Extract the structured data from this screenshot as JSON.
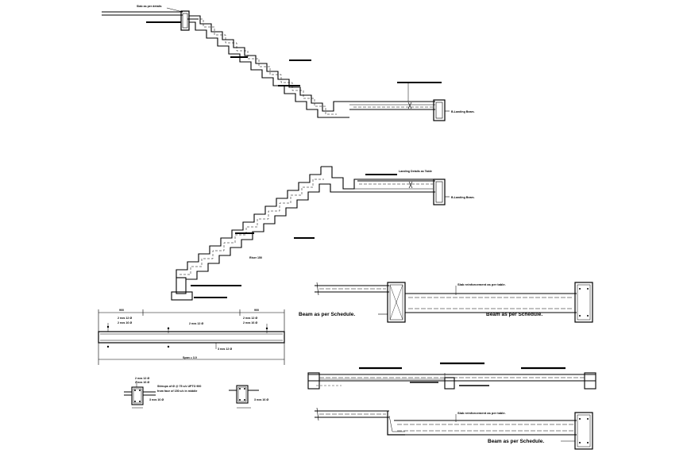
{
  "labels": {
    "top_note": "Slab as per details",
    "top_beam": "B-Landing Beam.",
    "mid_beam": "B-Landing Beam.",
    "mid_landing": "Landing Details as Table",
    "riser": "Riser 150",
    "sec1_slab": "Slab reinforcement as per table.",
    "sec1_beam_left": "Beam as per Schedule.",
    "sec1_beam_right": "Beam as per Schedule.",
    "sec3_slab": "Slab reinforcement as per table.",
    "sec3_beam": "Beam as per Schedule.",
    "beam_bar1": "2 nos 12 Ø",
    "beam_bar2": "2 nos 16 Ø",
    "beam_mid": "2 nos 12 Ø",
    "beam_right1": "2 nos 12 Ø",
    "beam_right2": "2 nos 16 Ø",
    "beam_bottom": "3 nos 12 Ø",
    "beam_span": "Span = 3.0",
    "dim_left": "900",
    "dim_right": "900",
    "stir_note1": "Stirrups of Ø @ 75 c/c UPTO 900",
    "stir_note2": "from face of 150 c/c in middle",
    "col_bar1": "2 nos 12 Ø",
    "col_bar2": "2 nos 16 Ø",
    "col_bottom1": "3 nos 16 Ø",
    "col_bottom2": "3 nos 16 Ø"
  }
}
